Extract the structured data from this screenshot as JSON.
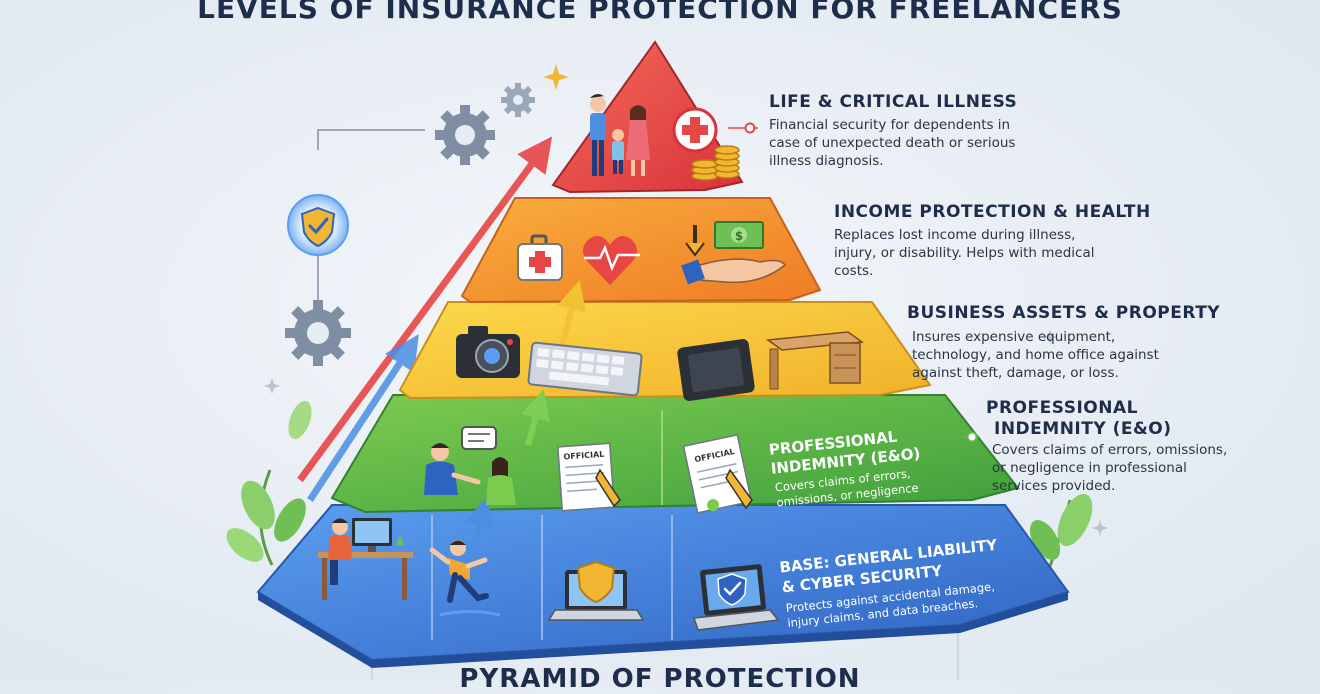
{
  "title": "LEVELS OF INSURANCE PROTECTION FOR FREELANCERS",
  "footer": "PYRAMID OF PROTECTION",
  "colors": {
    "red": "#e84545",
    "orange": "#f39a2c",
    "yellow": "#f7c733",
    "green": "#5fb946",
    "blue": "#3d7fd6",
    "text": "#1f2d4d"
  },
  "levels": [
    {
      "title": "LIFE & CRITICAL ILLNESS",
      "description": [
        "Financial security for dependents in",
        "case of unexpected death or serious",
        "illness diagnosis."
      ],
      "icons": [
        "family-icon",
        "medical-cross-icon",
        "coins-icon"
      ]
    },
    {
      "title": "INCOME PROTECTION & HEALTH",
      "description": [
        "Replaces lost income during illness,",
        "injury, or disability. Helps with medical",
        "costs."
      ],
      "icons": [
        "first-aid-kit-icon",
        "heartbeat-icon",
        "money-hand-icon"
      ]
    },
    {
      "title": "BUSINESS ASSETS & PROPERTY",
      "description": [
        "Insures expensive equipment,",
        "technology, and home office against",
        "against theft, damage, or loss."
      ],
      "icons": [
        "camera-icon",
        "keyboard-icon",
        "tablet-icon",
        "desk-icon"
      ]
    },
    {
      "title_lines": [
        "PROFESSIONAL",
        "INDEMNITY (E&O)"
      ],
      "description": [
        "Covers claims of errors, omissions,",
        "or negligence in professional",
        "services provided."
      ],
      "icons": [
        "meeting-people-icon",
        "official-document-icon"
      ],
      "face_title": [
        "PROFESSIONAL",
        "INDEMNITY (E&O)"
      ],
      "face_text": [
        "Covers claims of errors,",
        "omissions, or negligence"
      ],
      "doc_label": "OFFICIAL"
    },
    {
      "face_title": [
        "BASE: GENERAL LIABILITY",
        "& CYBER SECURITY"
      ],
      "face_text": [
        "Protects against accidental damage,",
        "injury claims, and data breaches."
      ],
      "icons": [
        "freelancer-desk-icon",
        "falling-person-icon",
        "laptop-shield-icon",
        "laptop-check-icon"
      ]
    }
  ]
}
